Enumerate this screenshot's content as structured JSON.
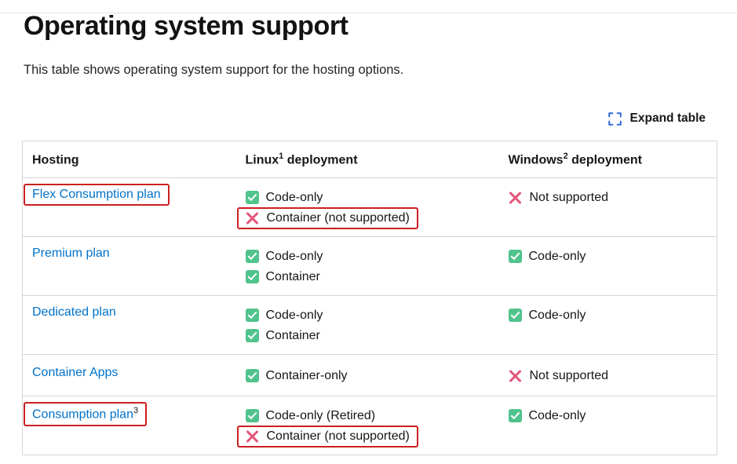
{
  "page": {
    "title": "Operating system support",
    "description": "This table shows operating system support for the hosting options.",
    "expand_table_label": "Expand table"
  },
  "colors": {
    "link_blue": "#0072c9",
    "check_green": "#50c38c",
    "cross_pink": "#e4567b",
    "annotation_red": "#cc1f1f",
    "expand_icon_blue": "#2b6cd9",
    "table_border_gray": "#d5d5d5",
    "text": "#161616"
  },
  "table": {
    "columns": [
      {
        "text": "Hosting",
        "sup": "",
        "rest": ""
      },
      {
        "text": "Linux",
        "sup": "1",
        "rest": " deployment"
      },
      {
        "text": "Windows",
        "sup": "2",
        "rest": " deployment"
      }
    ],
    "rows": [
      {
        "hosting": {
          "label": "Flex Consumption plan",
          "sup": "",
          "annotated": true
        },
        "linux": [
          {
            "icon": "check",
            "label": "Code-only",
            "annotated": false
          },
          {
            "icon": "cross",
            "label": "Container (not supported)",
            "annotated": true
          }
        ],
        "windows": [
          {
            "icon": "cross",
            "label": "Not supported",
            "annotated": false
          }
        ]
      },
      {
        "hosting": {
          "label": "Premium plan",
          "sup": "",
          "annotated": false
        },
        "linux": [
          {
            "icon": "check",
            "label": "Code-only",
            "annotated": false
          },
          {
            "icon": "check",
            "label": "Container",
            "annotated": false
          }
        ],
        "windows": [
          {
            "icon": "check",
            "label": "Code-only",
            "annotated": false
          }
        ]
      },
      {
        "hosting": {
          "label": "Dedicated plan",
          "sup": "",
          "annotated": false
        },
        "linux": [
          {
            "icon": "check",
            "label": "Code-only",
            "annotated": false
          },
          {
            "icon": "check",
            "label": "Container",
            "annotated": false
          }
        ],
        "windows": [
          {
            "icon": "check",
            "label": "Code-only",
            "annotated": false
          }
        ]
      },
      {
        "hosting": {
          "label": "Container Apps",
          "sup": "",
          "annotated": false
        },
        "linux": [
          {
            "icon": "check",
            "label": "Container-only",
            "annotated": false
          }
        ],
        "windows": [
          {
            "icon": "cross",
            "label": "Not supported",
            "annotated": false
          }
        ]
      },
      {
        "hosting": {
          "label": "Consumption plan",
          "sup": "3",
          "annotated": true
        },
        "linux": [
          {
            "icon": "check",
            "label": "Code-only (Retired)",
            "annotated": false
          },
          {
            "icon": "cross",
            "label": "Container (not supported)",
            "annotated": true
          }
        ],
        "windows": [
          {
            "icon": "check",
            "label": "Code-only",
            "annotated": false
          }
        ]
      }
    ]
  }
}
